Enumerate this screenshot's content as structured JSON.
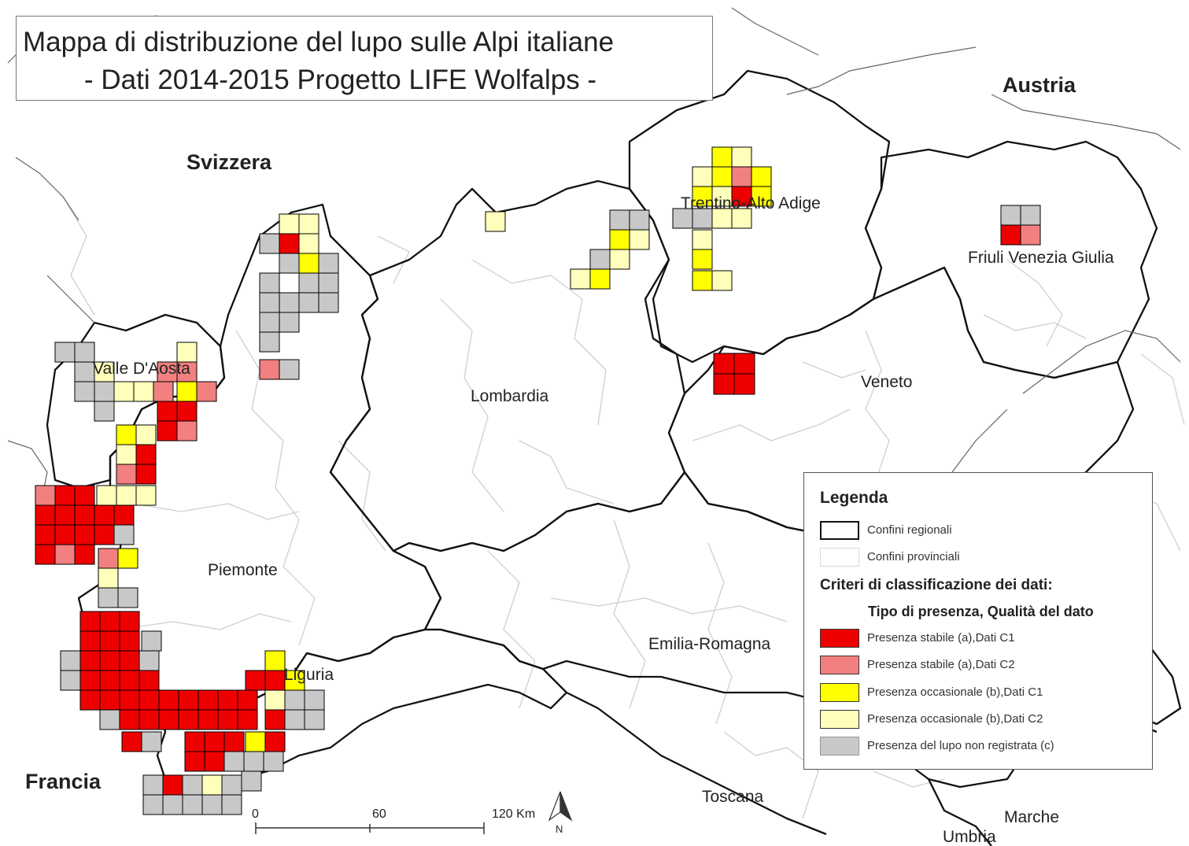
{
  "title": {
    "line1": "Mappa di distribuzione del lupo sulle Alpi italiane",
    "line2": "- Dati 2014-2015 Progetto LIFE Wolfalps -"
  },
  "countries": {
    "austria": "Austria",
    "svizzera": "Svizzera",
    "francia": "Francia"
  },
  "regions": {
    "trentino": "Trentino-Alto Adige",
    "friuli": "Friuli Venezia Giulia",
    "valle_daosta": "Valle D'Aosta",
    "lombardia": "Lombardia",
    "veneto": "Veneto",
    "piemonte": "Piemonte",
    "emilia": "Emilia-Romagna",
    "liguria": "Liguria",
    "toscana": "Toscana",
    "marche": "Marche",
    "umbria": "Umbria"
  },
  "legend": {
    "title": "Legenda",
    "regional": "Confini regionali",
    "provincial": "Confini provinciali",
    "criteria": "Criteri di classificazione dei dati:",
    "subtitle": "Tipo di presenza, Qualità del dato",
    "items": [
      {
        "label": "Presenza stabile (a),Dati C1",
        "color": "#ee0000"
      },
      {
        "label": "Presenza stabile (a),Dati C2",
        "color": "#f28080"
      },
      {
        "label": "Presenza occasionale (b),Dati C1",
        "color": "#ffff00"
      },
      {
        "label": "Presenza occasionale (b),Dati C2",
        "color": "#ffffbb"
      },
      {
        "label": "Presenza del lupo non registrata (c)",
        "color": "#c8c8c8"
      }
    ]
  },
  "scale_bar": {
    "ticks": [
      "0",
      "60",
      "120 Km"
    ],
    "north": "N"
  },
  "colors": {
    "stable_c1": "#ee0000",
    "stable_c2": "#f28080",
    "occasional_c1": "#ffff00",
    "occasional_c2": "#ffffbb",
    "not_recorded": "#c8c8c8"
  }
}
